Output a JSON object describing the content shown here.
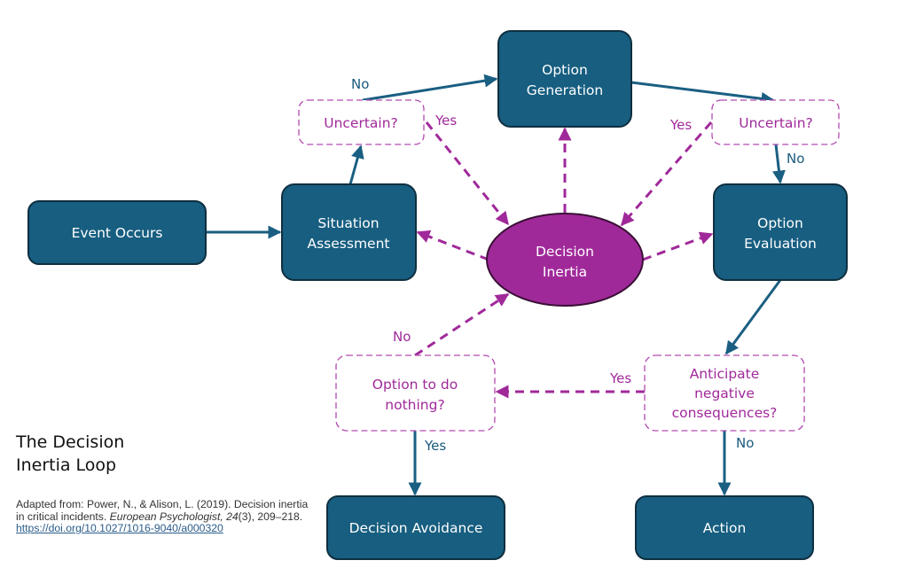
{
  "colors": {
    "node_fill": "#175e80",
    "node_stroke": "#0f2f40",
    "center_fill": "#a0299a",
    "question_stroke": "#b44ab0",
    "question_text": "#a0299a",
    "flow_arrow": "#1a5f82",
    "inertia_arrow": "#a0299a"
  },
  "nodes": {
    "event": {
      "lines": [
        "Event Occurs"
      ]
    },
    "situation": {
      "lines": [
        "Situation",
        "Assessment"
      ]
    },
    "generation": {
      "lines": [
        "Option",
        "Generation"
      ]
    },
    "evaluation": {
      "lines": [
        "Option",
        "Evaluation"
      ]
    },
    "inertia": {
      "lines": [
        "Decision",
        "Inertia"
      ]
    },
    "avoidance": {
      "lines": [
        "Decision Avoidance"
      ]
    },
    "action": {
      "lines": [
        "Action"
      ]
    }
  },
  "questions": {
    "uncertain_left": {
      "lines": [
        "Uncertain?"
      ]
    },
    "uncertain_right": {
      "lines": [
        "Uncertain?"
      ]
    },
    "do_nothing": {
      "lines": [
        "Option to do",
        "nothing?"
      ]
    },
    "anticipate": {
      "lines": [
        "Anticipate",
        "negative",
        "consequences?"
      ]
    }
  },
  "edge_labels": {
    "left_no": "No",
    "left_yes": "Yes",
    "right_yes": "Yes",
    "right_no": "No",
    "inertia_no": "No",
    "anticipate_yes": "Yes",
    "nothing_yes": "Yes",
    "anticipate_no": "No"
  },
  "title": {
    "line1": "The Decision",
    "line2": "Inertia Loop"
  },
  "citation": {
    "prefix": "Adapted from: Power, N., & Alison, L. (2019). Decision inertia in critical incidents. ",
    "journal": "European Psychologist,",
    "volume": "24",
    "issue_pages": "(3), 209–218. ",
    "doi_link": "https://doi.org/10.1027/1016-9040/a000320"
  }
}
